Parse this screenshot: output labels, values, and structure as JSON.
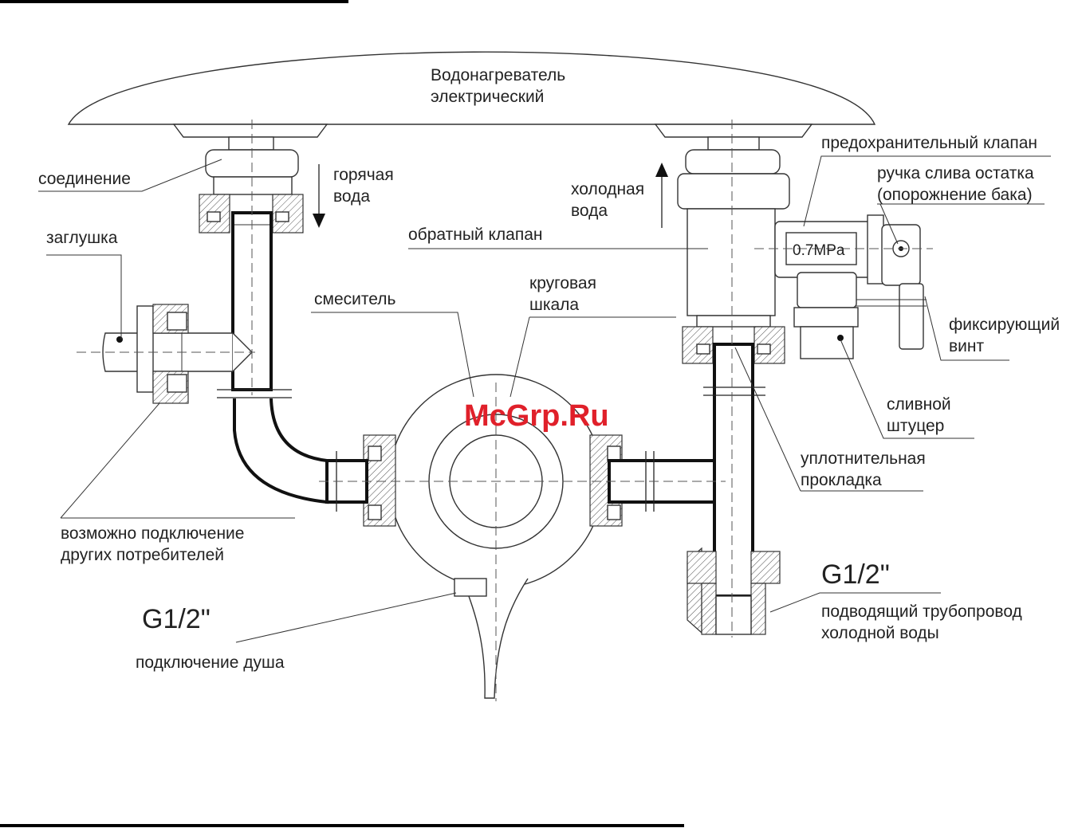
{
  "labels": {
    "heater_line1": "Водонагреватель",
    "heater_line2": "электрический",
    "connection": "соединение",
    "hot_line1": "горячая",
    "hot_line2": "вода",
    "cold_line1": "холодная",
    "cold_line2": "вода",
    "safety_valve": "предохранительный клапан",
    "drain_handle_line1": "ручка слива остатка",
    "drain_handle_line2": "(опорожнение бака)",
    "plug": "заглушка",
    "check_valve": "обратный клапан",
    "pressure": "0.7MPa",
    "mixer": "смеситель",
    "dial_line1": "круговая",
    "dial_line2": "шкала",
    "fixing_screw_line1": "фиксирующий",
    "fixing_screw_line2": "винт",
    "drain_fitting_line1": "сливной",
    "drain_fitting_line2": "штуцер",
    "gasket_line1": "уплотнительная",
    "gasket_line2": "прокладка",
    "consumers_line1": "возможно подключение",
    "consumers_line2": "других потребителей",
    "thread_left": "G1/2\"",
    "shower": "подключение душа",
    "thread_right": "G1/2\"",
    "supply_line1": "подводящий трубопровод",
    "supply_line2": "холодной воды"
  },
  "watermark": "McGrp.Ru",
  "icons": {
    "hot_flow": "arrow-down-icon",
    "cold_flow": "arrow-up-icon"
  }
}
